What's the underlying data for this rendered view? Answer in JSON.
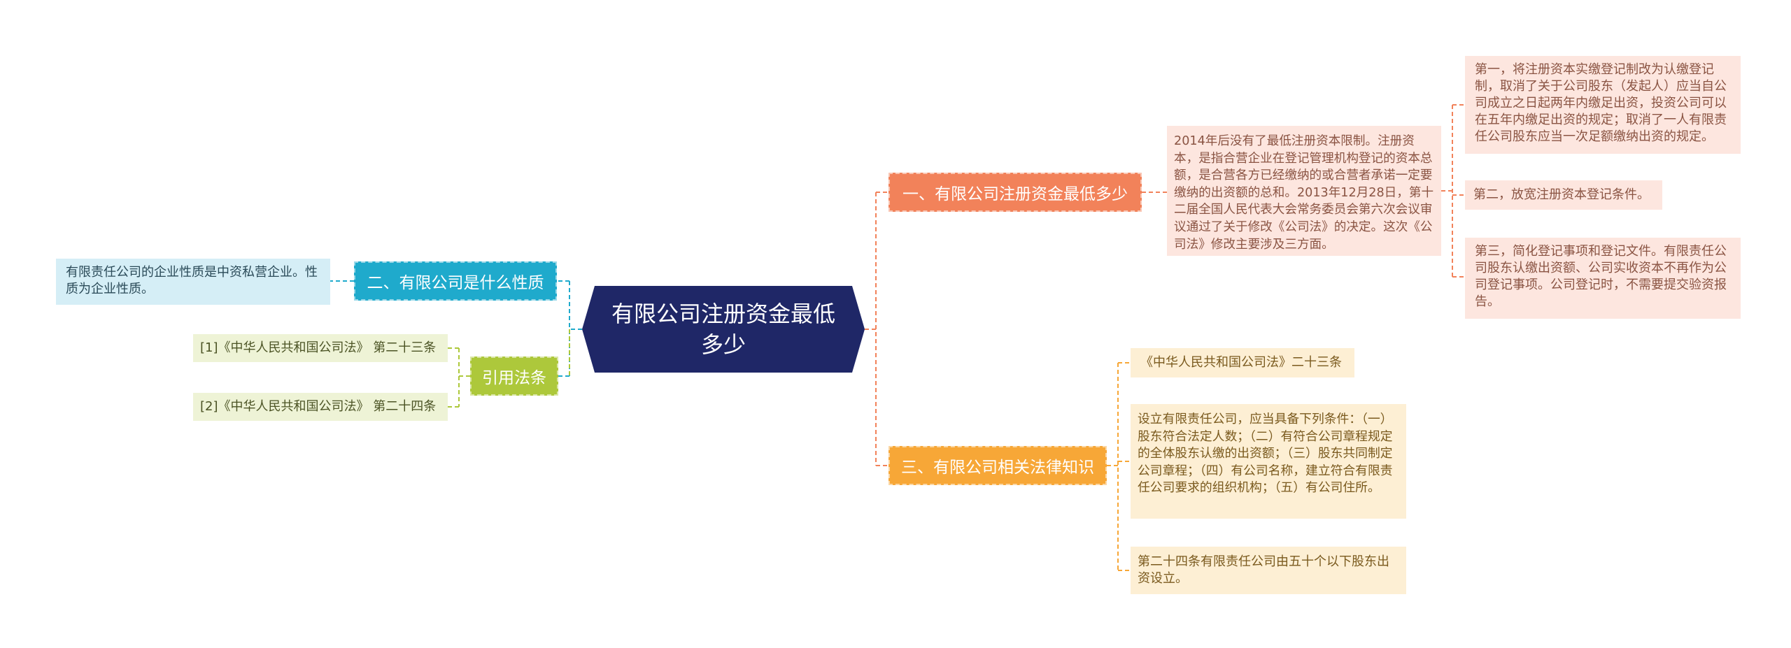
{
  "central": {
    "label": "有限公司注册资金最低多少"
  },
  "branches": [
    {
      "label": "一、有限公司注册资金最低多少"
    },
    {
      "label": "二、有限公司是什么性质"
    },
    {
      "label": "引用法条"
    },
    {
      "label": "三、有限公司相关法律知识"
    }
  ],
  "leaves": {
    "b1_summary": "2014年后没有了最低注册资本限制。注册资本，是指合营企业在登记管理机构登记的资本总额，是合营各方已经缴纳的或合营者承诺一定要缴纳的出资额的总和。2013年12月28日，第十二届全国人民代表大会常务委员会第六次会议审议通过了关于修改《公司法》的决定。这次《公司法》修改主要涉及三方面。",
    "b1_first": "第一，将注册资本实缴登记制改为认缴登记制，取消了关于公司股东（发起人）应当自公司成立之日起两年内缴足出资，投资公司可以在五年内缴足出资的规定；取消了一人有限责任公司股东应当一次足额缴纳出资的规定。",
    "b1_second": "第二，放宽注册资本登记条件。",
    "b1_third": "第三，简化登记事项和登记文件。有限责任公司股东认缴出资额、公司实收资本不再作为公司登记事项。公司登记时，不需要提交验资报告。",
    "b2_nature": "有限责任公司的企业性质是中资私营企业。性质为企业性质。",
    "ref1": "[1]《中华人民共和国公司法》 第二十三条",
    "ref2": "[2]《中华人民共和国公司法》 第二十四条",
    "law_title": "《中华人民共和国公司法》二十三条",
    "law_conditions": "设立有限责任公司，应当具备下列条件：（一）股东符合法定人数；（二）有符合公司章程规定的全体股东认缴的出资额；（三）股东共同制定公司章程；（四）有公司名称，建立符合有限责任公司要求的组织机构；（五）有公司住所。",
    "law_24": "第二十四条有限责任公司由五十个以下股东出资设立。"
  },
  "colors": {
    "central": "#1f2767",
    "branch1": "#f2825a",
    "branch2": "#1faacc",
    "branch3": "#adc83b",
    "branch4": "#f7a737"
  }
}
